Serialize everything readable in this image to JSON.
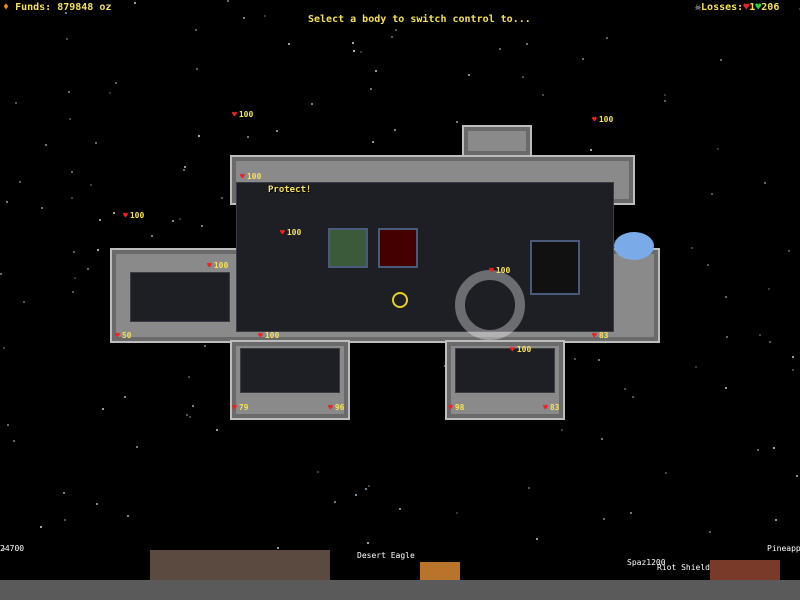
{
  "hud": {
    "funds_label": "Funds: 879848 oz",
    "prompt": "Select a body to switch control to...",
    "losses_label": "Losses:",
    "losses_red": "1",
    "losses_green": "206"
  },
  "units": [
    {
      "hp": "100"
    },
    {
      "hp": "100"
    },
    {
      "hp": "100"
    },
    {
      "hp": "100"
    },
    {
      "hp": "100"
    },
    {
      "hp": "100"
    },
    {
      "hp": "100"
    },
    {
      "hp": "100"
    },
    {
      "hp": "100"
    },
    {
      "hp": "50"
    },
    {
      "hp": "83"
    },
    {
      "hp": "79"
    },
    {
      "hp": "96"
    },
    {
      "hp": "98"
    },
    {
      "hp": "83"
    }
  ],
  "objective": "Protect!",
  "ground_items": [
    "24700",
    "Desert Eagle",
    "Spaz1200",
    "Riot Shield",
    "Pineapple"
  ],
  "colors": {
    "hud_text": "#f4e15a",
    "hull": "#8a8a8a",
    "space": "#000000"
  }
}
